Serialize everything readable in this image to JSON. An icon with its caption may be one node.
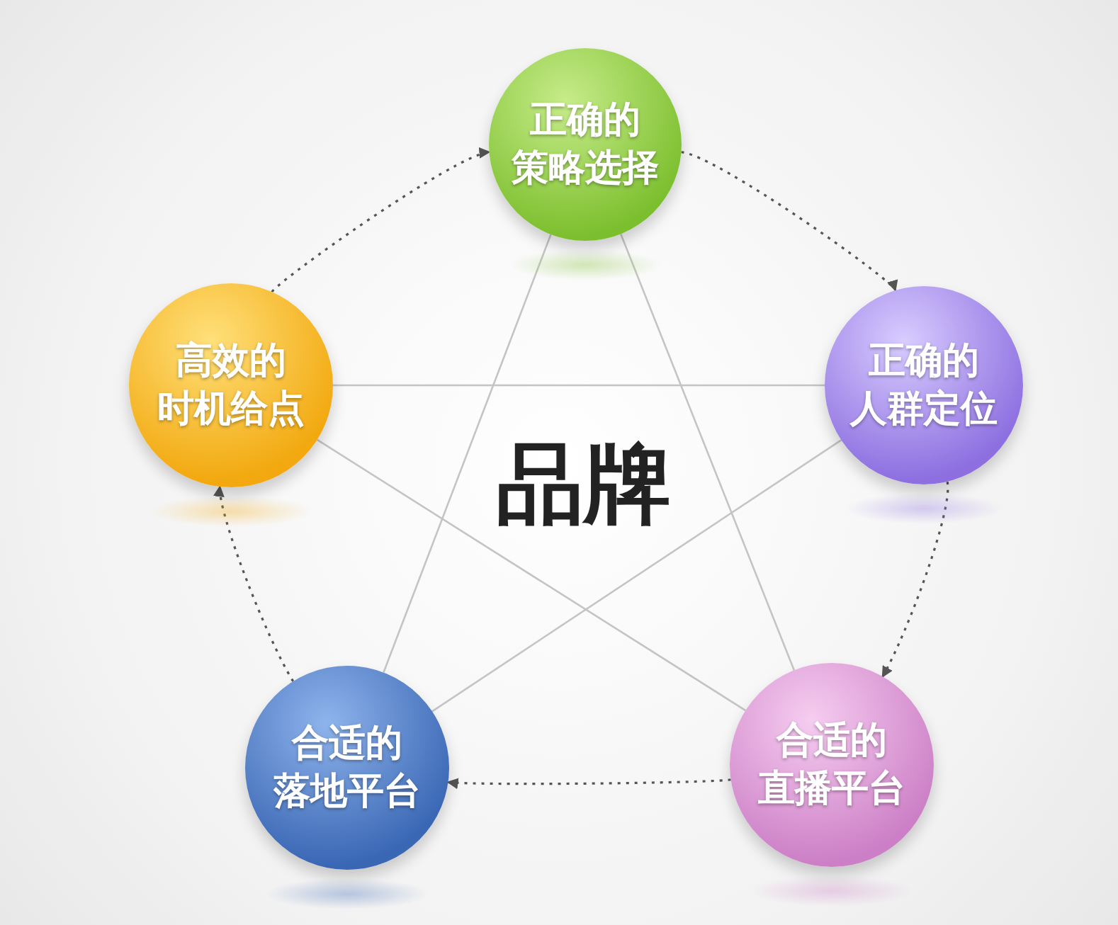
{
  "diagram": {
    "nodes": [
      {
        "text": [
          "正确的",
          "策略选择"
        ]
      },
      {
        "text": [
          "高效的",
          "时机给点"
        ]
      },
      {
        "text": [
          "正确的",
          "人群定位"
        ]
      },
      {
        "text": [
          "合适的",
          "落地平台"
        ]
      },
      {
        "text": [
          "合适的",
          "直播平台"
        ]
      }
    ],
    "edges": [
      {
        "from": 0,
        "to": 2,
        "arrow": "to",
        "style": "dashed"
      },
      {
        "from": 2,
        "to": 4,
        "arrow": "to",
        "style": "dashed"
      },
      {
        "from": 4,
        "to": 3,
        "arrow": "to",
        "style": "dashed"
      },
      {
        "from": 3,
        "to": 1,
        "arrow": "to",
        "style": "dashed"
      },
      {
        "from": 1,
        "to": 0,
        "arrow": "to",
        "style": "dashed"
      },
      {
        "from": 0,
        "to": 3,
        "arrow": "none",
        "color": "#c4c4c4"
      },
      {
        "from": 0,
        "to": 4,
        "arrow": "none",
        "color": "#c4c4c4"
      },
      {
        "from": 1,
        "to": 2,
        "arrow": "none",
        "color": "#c4c4c4"
      },
      {
        "from": 1,
        "to": 4,
        "arrow": "none",
        "color": "#c4c4c4"
      },
      {
        "from": 2,
        "to": 3,
        "arrow": "none",
        "color": "#c4c4c4"
      }
    ],
    "labels": [
      "品牌"
    ]
  }
}
